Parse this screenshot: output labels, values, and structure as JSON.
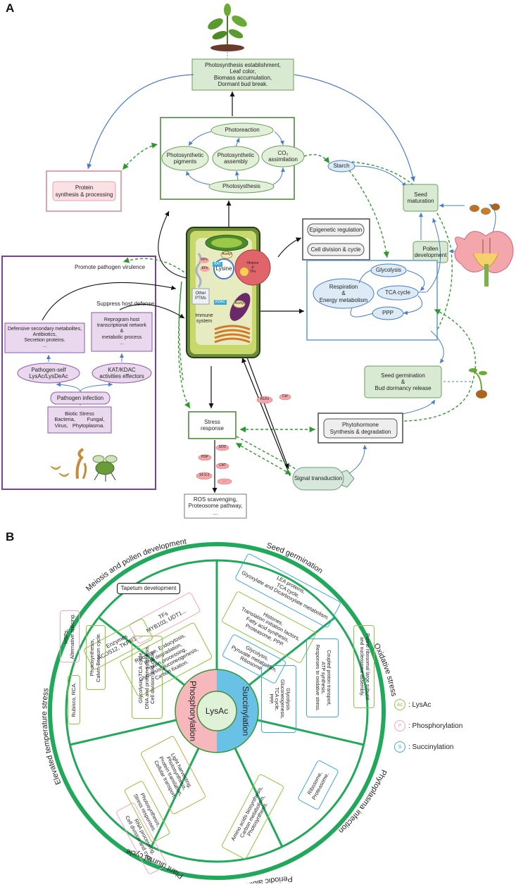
{
  "panel_a": {
    "label": "A",
    "photosynthesis_outcomes": "Photosynthesis establishment,\nLeaf color,\nBiomass accumulation,\nDormant bud break.",
    "photoreaction": "Photoreaction",
    "photosynthetic_pigments": "Photosynthetic\npigments",
    "photosynthetic_assembly": "Photosynthetic\nassembly",
    "co2_assimilation": "CO₂\nassimilation",
    "photosysthesis": "Photosysthesis",
    "starch": "Starch",
    "protein_synthesis": "Protein\nsynthesis & processing",
    "seed_maturation": "Seed\nmaturation",
    "pollen_development": "Pollen\ndevelopment",
    "epigenetic_regulation": "Epigenetic regulation",
    "cell_division": "Cell division & cycle",
    "respiration": "Respiration\n&\nEnergy metabolism",
    "glycolysis": "Glycolysis",
    "tca_cycle": "TCA cycle",
    "ppp": "PPP",
    "seed_germination": "Seed germination\n&\nBud dormancy release",
    "phytohormone": "Phytohormone\nSynthesis & degradation",
    "signal_transduction": "Signal transduction",
    "stress_response": "Stress\nresponse",
    "ros": "ROS scavenging,\nProteosome pathway,\n...",
    "cell": {
      "kat": "KAT",
      "kdac": "KDAC",
      "acetyl_1": "Acetyl",
      "acetyl_2": "Acetyl",
      "lysine": "Lysine",
      "rps": "RPs",
      "efs": "EFs",
      "histone": "Histone\n&\nTFs",
      "other_ptms": "Other\nPTMs",
      "immune": "Immune\nsystem"
    },
    "pathogen": {
      "promote": "Promote pathogen virulence",
      "suppress": "Suppress host defense",
      "defensive": "Defensive secondary metabolites,\nAntibiotics,\nSecretion proteins.\n...",
      "reprogram": "Reprogram host\ntranscriptional network\n&\nmetabolic process\n...",
      "self": "Pathogen-self\nLysAc/LysDeAc",
      "katkdac": "KAT/KDAC\nactivities effectors",
      "infection": "Pathogen infection",
      "biotic": "Biotic Stress\nBacteria,        Fungal,\nVirus,   Phytoplasma."
    },
    "small_ellipses": {
      "rlks": "RLKs",
      "ca": "Ca²",
      "sod": "SOD",
      "hsp": "HSP",
      "cat": "CAT",
      "p1433": "14-3-3",
      "dots": "..."
    }
  },
  "panel_b": {
    "label": "B",
    "center": "LysAc",
    "left_half": "Phosphorylation",
    "right_half": "Succinylation",
    "sectors": {
      "meiosis": "Meiosis and pollen development",
      "seed": "Seed germination",
      "oxidative": "Oxidative stress",
      "phytoplasma": "Phytoplasma infection",
      "periodic": "Periodic albinism",
      "diurnal": "Plant diurnal cycle",
      "elevated": "Elevated temperature stress"
    },
    "boxes": {
      "tapetum": "Tapetum development",
      "tfs": "TFs\nMYB103, UDT1...",
      "enzymes": "Enzymes\nACOS12, TKPR1 ...",
      "ribosome_endo": "Ribosome, Endocytosis,\nRNA degradation,\nProtein processing,\nGlycolysis/gluconeogenesis,\nCarbon fixation.",
      "lea": "LEA proteins,\nTCA cycle,\nGlyoxylate and Dicarboxylate metabolism.",
      "histones": "Histones,\nTranslation initiation factors,\nFatty acid synthesis,\nProteasome, PPP.",
      "glycolysis_pyruvate": "Glycolysis,\nPyruvate metabolism,\nRibosome.",
      "purine": "Purine ribosomal large subunit\nand nucleosome assembly.",
      "coupled": "Coupled proton transport,\nATP synthesis,\nResponses to oxidative stress.",
      "glycolysis_gluco": "Glycolysis\nGluconeogenesis,\nTCA cycle,\nPPP.",
      "ribosome_prot": "Ribosome,\nProteasome.",
      "amino": "Amino acids biosynthesis,\nCarbon metabolism,\nPhotosynthesis.",
      "light": "Light harvesting,\nPhotosynthesis,\nProtein translation,\nCellular transport.",
      "photo_stress": "Photosynthesis,\nStress responses.",
      "rna": "RNA processing,\nCell division and cycle.",
      "hsps": "HSPs,\nAlternative splicing.",
      "photo_calvin": "Photosynthesis,\nCalvin-Benson cycle.",
      "rubisco": "Rubisco, RCA.",
      "glyco_tca": "Glycolysis, TCA cycle,\nDNA and protein synthesis,\nCell division and cycle."
    },
    "legend": [
      {
        "symbol": "Ac",
        "label": ": LysAc",
        "color": "#8cc63f"
      },
      {
        "symbol": "P",
        "label": ": Phosphorylation",
        "color": "#f4a6b5"
      },
      {
        "symbol": "S",
        "label": ": Succinylation",
        "color": "#3fa9d6"
      }
    ]
  },
  "colors": {
    "wheel": "#22a85a",
    "phospho": "#f7b8bd",
    "succ": "#69c1e6",
    "center": "#dff1d6",
    "green_box": "#d9ead3",
    "blue_box": "#ddebf7",
    "pink_box": "#fbe0e4",
    "purple_box": "#ead9ee",
    "purple": "#7b3f98"
  }
}
